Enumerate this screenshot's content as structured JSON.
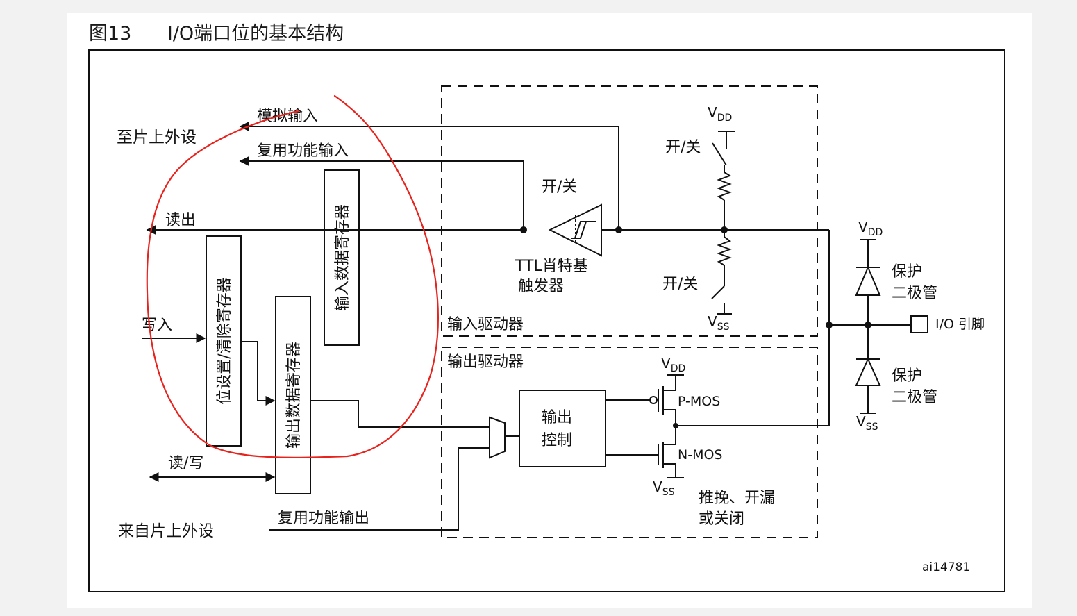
{
  "figure": {
    "number": "图13",
    "title": "I/O端口位的基本结构",
    "code": "ai14781"
  },
  "left_labels": {
    "to_peripheral": "至片上外设",
    "from_peripheral": "来自片上外设",
    "analog_input": "模拟输入",
    "af_input": "复用功能输入",
    "read_out": "读出",
    "write_in": "写入",
    "read_write": "读/写",
    "af_output": "复用功能输出"
  },
  "registers": {
    "input_data": "输入数据寄存器",
    "bit_set_reset": "位设置/清除寄存器",
    "output_data": "输出数据寄存器"
  },
  "input_driver": {
    "label": "输入驱动器",
    "schmitt_switch": "开/关",
    "schmitt_line1": "TTL肖特基",
    "schmitt_line2": "触发器",
    "pullup_switch": "开/关",
    "pulldown_switch": "开/关"
  },
  "output_driver": {
    "label": "输出驱动器",
    "control_line1": "输出",
    "control_line2": "控制",
    "pmos": "P-MOS",
    "nmos": "N-MOS",
    "mode_line1": "推挽、开漏",
    "mode_line2": "或关闭"
  },
  "protection": {
    "line1": "保护",
    "line2": "二极管",
    "pin": "I/O 引脚"
  },
  "supply": {
    "V": "V",
    "DD": "DD",
    "SS": "SS"
  },
  "colors": {
    "line": "#111111",
    "annotation": "#e8231d",
    "page_bg": "#f2f2f2",
    "sheet_bg": "#ffffff"
  }
}
